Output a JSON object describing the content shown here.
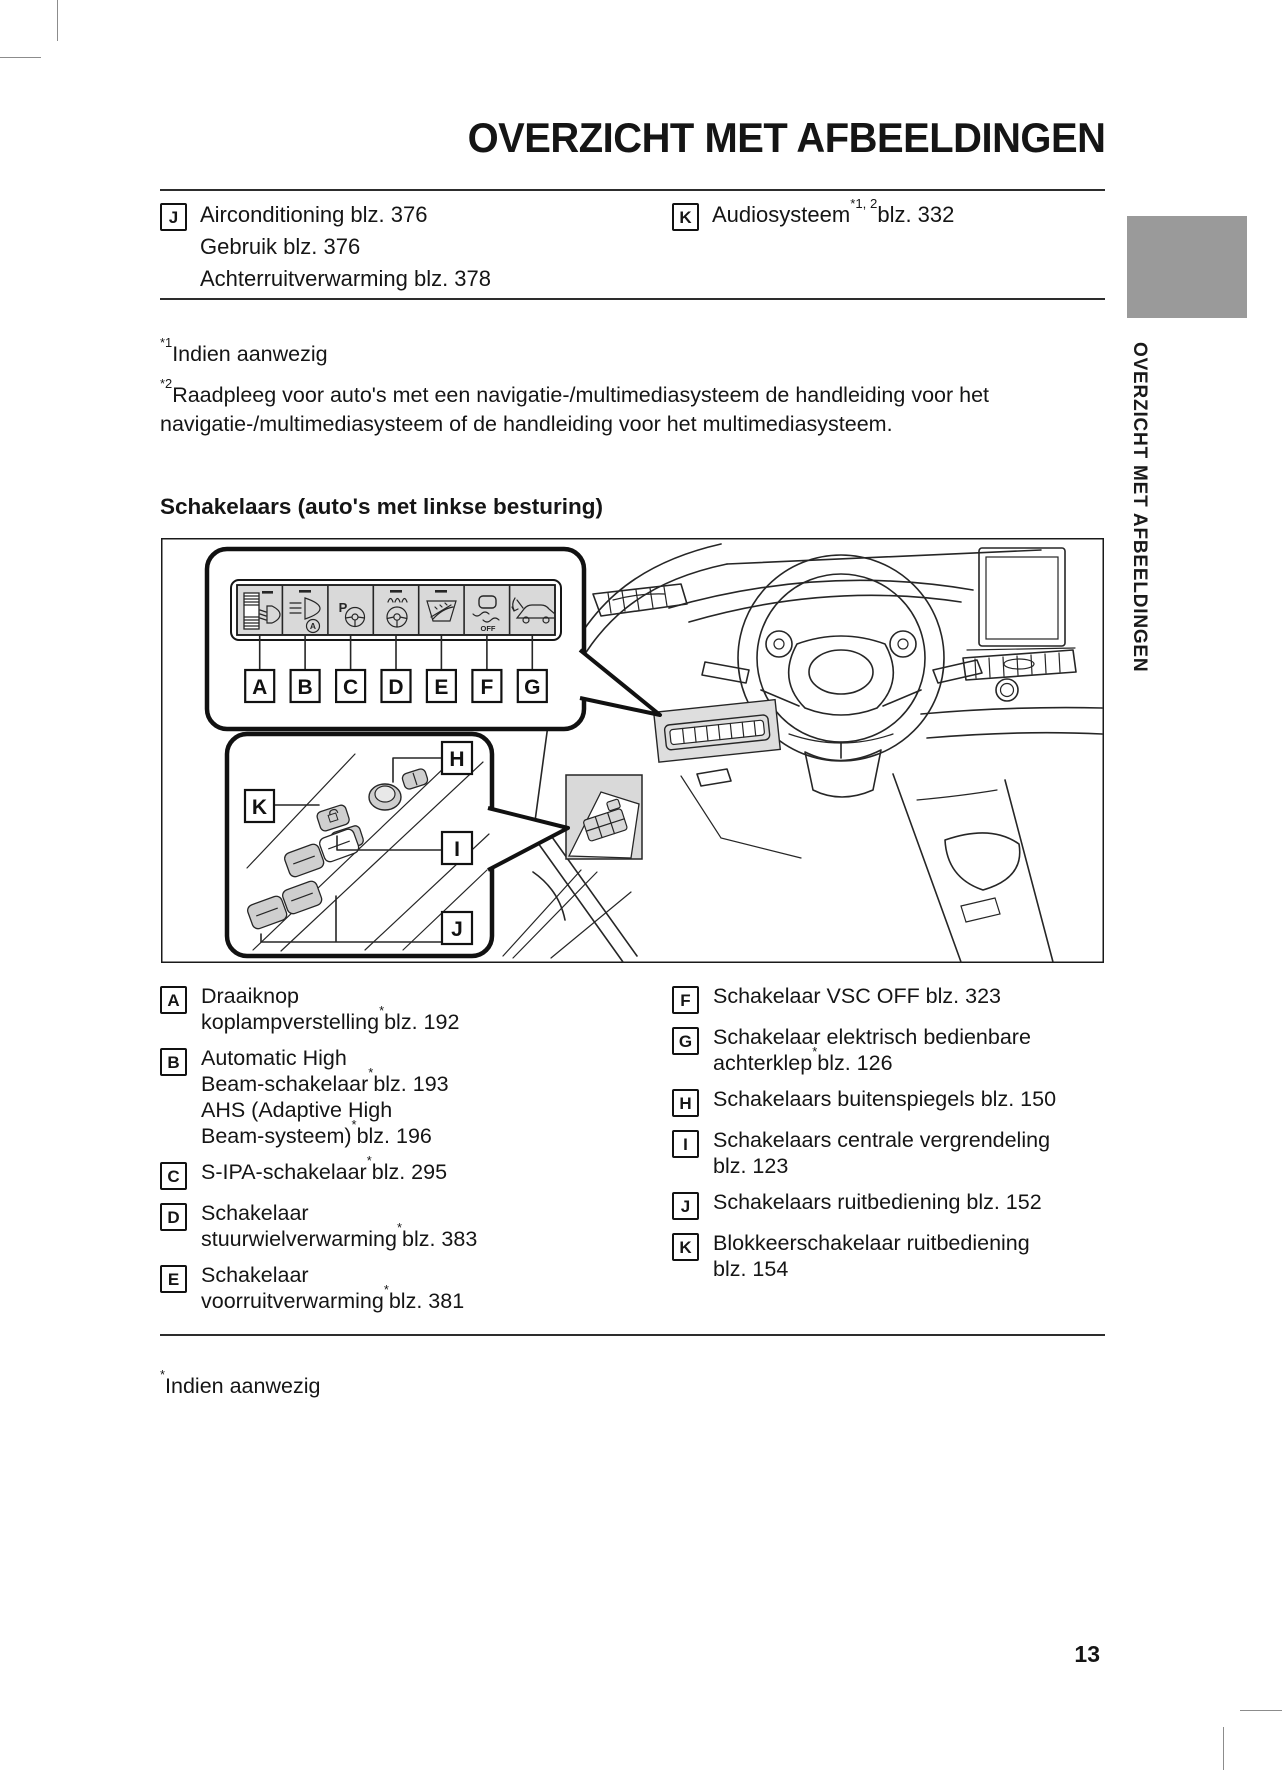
{
  "title": "OVERZICHT MET AFBEELDINGEN",
  "page": {
    "number": "13"
  },
  "sidebar": {
    "vertical_label": "OVERZICHT MET AFBEELDINGEN",
    "tab_color": "#9a9a9a"
  },
  "top_legend": {
    "left": {
      "letter": "J",
      "lines": [
        "Airconditioning blz. 376",
        "Gebruik blz. 376",
        "Achterruitverwarming blz. 378"
      ]
    },
    "right": {
      "letter": "K",
      "lines": [
        "Audiosysteem^*1, 2^blz. 332"
      ]
    }
  },
  "footnotes_top": [
    {
      "marker": "*1",
      "lines": [
        "Indien aanwezig"
      ]
    },
    {
      "marker": "*2",
      "lines": [
        "Raadpleeg voor auto's met een navigatie-/multimediasysteem de handleiding voor het",
        "navigatie-/multimediasysteem of de handleiding voor het multimediasysteem."
      ]
    }
  ],
  "section_heading": "Schakelaars (auto's met linkse besturing)",
  "diagram": {
    "panel_labels": [
      "A",
      "B",
      "C",
      "D",
      "E",
      "F",
      "G"
    ],
    "door_labels": {
      "h": "H",
      "k": "K",
      "i": "I",
      "j": "J"
    },
    "vsc_off_text": "OFF",
    "ahb_letter": "A",
    "park_letter": "P",
    "icon_names": [
      "headlight-leveling-dial-icon",
      "automatic-high-beam-icon",
      "parking-assist-icon",
      "heated-steering-wheel-icon",
      "windshield-wiper-deicer-icon",
      "vsc-off-icon",
      "power-tailgate-icon",
      "mirror-control-knob-icon",
      "door-lock-switches-icon",
      "window-switches-icon"
    ]
  },
  "legend_left": [
    {
      "letter": "A",
      "lines": [
        "Draaiknop",
        "koplampverstelling^*^blz. 192"
      ]
    },
    {
      "letter": "B",
      "lines": [
        "Automatic High",
        "Beam-schakelaar^*^blz. 193",
        "AHS (Adaptive High",
        "Beam-systeem)^*^blz. 196"
      ]
    },
    {
      "letter": "C",
      "lines": [
        "S-IPA-schakelaar^*^blz. 295"
      ]
    },
    {
      "letter": "D",
      "lines": [
        "Schakelaar",
        "stuurwielverwarming^*^blz. 383"
      ]
    },
    {
      "letter": "E",
      "lines": [
        "Schakelaar",
        "voorruitverwarming^*^blz. 381"
      ]
    }
  ],
  "legend_right": [
    {
      "letter": "F",
      "lines": [
        "Schakelaar VSC OFF blz. 323"
      ]
    },
    {
      "letter": "G",
      "lines": [
        "Schakelaar elektrisch bedienbare",
        "achterklep^*^blz. 126"
      ]
    },
    {
      "letter": "H",
      "lines": [
        "Schakelaars buitenspiegels blz. 150"
      ]
    },
    {
      "letter": "I",
      "lines": [
        "Schakelaars centrale vergrendeling",
        "blz. 123"
      ]
    },
    {
      "letter": "J",
      "lines": [
        "Schakelaars ruitbediening blz. 152"
      ]
    },
    {
      "letter": "K",
      "lines": [
        "Blokkeerschakelaar ruitbediening",
        "blz. 154"
      ]
    }
  ],
  "footnote_bottom": "^*^Indien aanwezig"
}
